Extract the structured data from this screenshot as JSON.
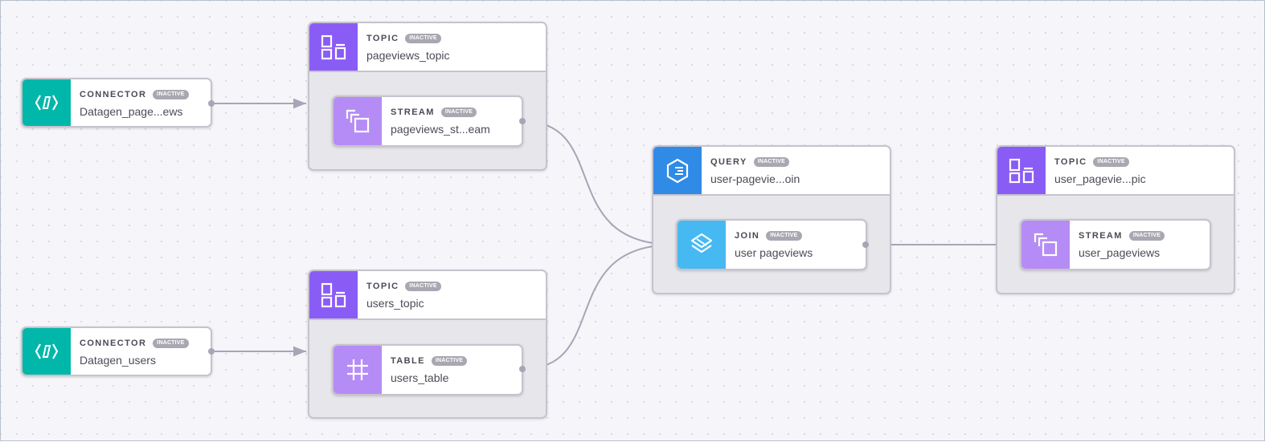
{
  "theme": {
    "connector_color": "#00b7aa",
    "topic_color": "#8a5cf6",
    "stream_table_color": "#b58cf5",
    "query_color": "#2f8be6",
    "join_color": "#47b9f2",
    "edge_color": "#a9a4b6"
  },
  "nodes": {
    "connector_pageviews": {
      "type": "CONNECTOR",
      "status": "INACTIVE",
      "name": "Datagen_page...ews",
      "icon": "connector-icon"
    },
    "connector_users": {
      "type": "CONNECTOR",
      "status": "INACTIVE",
      "name": "Datagen_users",
      "icon": "connector-icon"
    },
    "topic_pageviews": {
      "type": "TOPIC",
      "status": "INACTIVE",
      "name": "pageviews_topic",
      "icon": "topic-icon"
    },
    "stream_pageviews": {
      "type": "STREAM",
      "status": "INACTIVE",
      "name": "pageviews_st...eam",
      "icon": "stream-icon"
    },
    "topic_users": {
      "type": "TOPIC",
      "status": "INACTIVE",
      "name": "users_topic",
      "icon": "topic-icon"
    },
    "table_users": {
      "type": "TABLE",
      "status": "INACTIVE",
      "name": "users_table",
      "icon": "table-icon"
    },
    "query_join": {
      "type": "QUERY",
      "status": "INACTIVE",
      "name": "user-pagevie...oin",
      "icon": "query-icon"
    },
    "join_user_pageviews": {
      "type": "JOIN",
      "status": "INACTIVE",
      "name": "user pageviews",
      "icon": "join-icon"
    },
    "topic_user_pageviews": {
      "type": "TOPIC",
      "status": "INACTIVE",
      "name": "user_pagevie...pic",
      "icon": "topic-icon"
    },
    "stream_user_pageviews": {
      "type": "STREAM",
      "status": "INACTIVE",
      "name": "user_pageviews",
      "icon": "stream-icon"
    }
  },
  "edges": [
    {
      "from": "connector_pageviews",
      "to": "topic_pageviews"
    },
    {
      "from": "connector_users",
      "to": "topic_users"
    },
    {
      "from": "stream_pageviews",
      "to": "join_user_pageviews"
    },
    {
      "from": "table_users",
      "to": "join_user_pageviews"
    },
    {
      "from": "join_user_pageviews",
      "to": "stream_user_pageviews"
    }
  ]
}
